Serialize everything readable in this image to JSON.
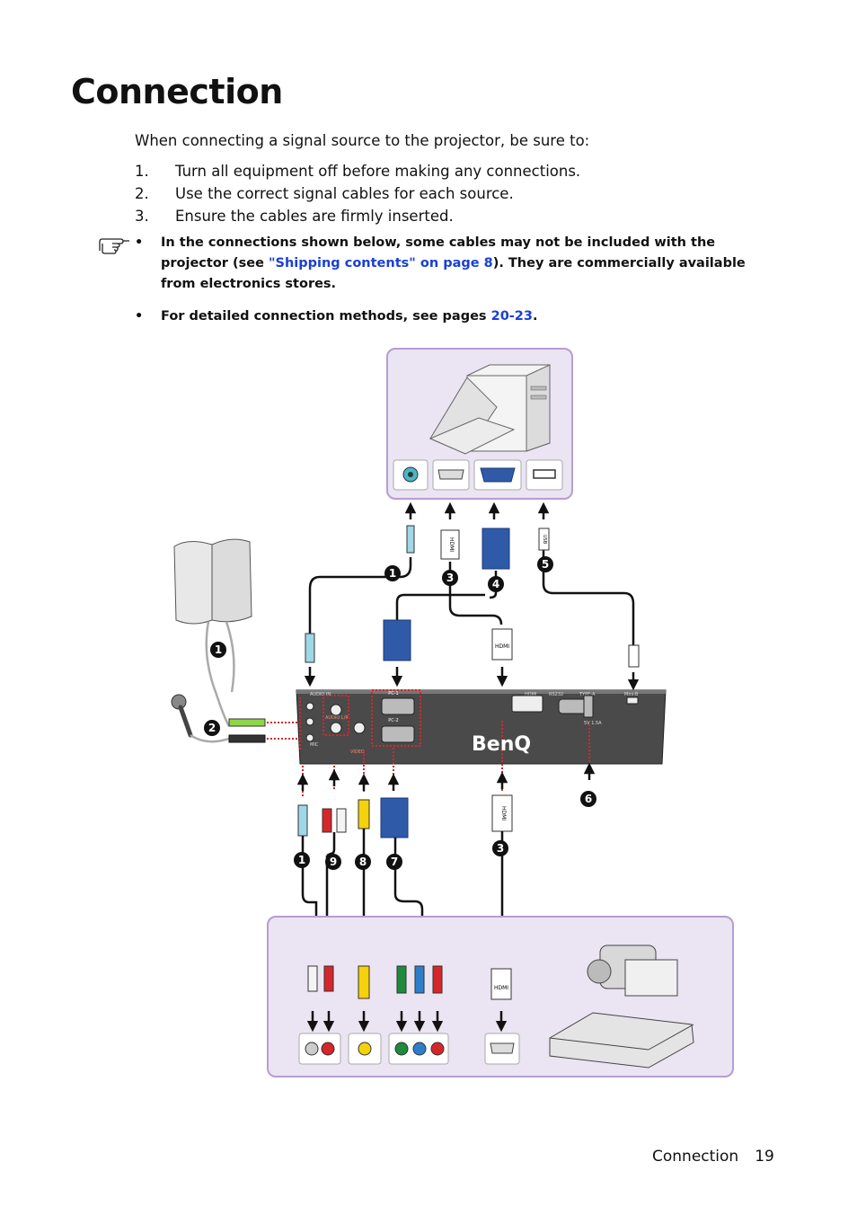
{
  "heading": "Connection",
  "intro": "When connecting a signal source to the projector, be sure to:",
  "steps": [
    {
      "num": "1.",
      "text": "Turn all equipment off before making any connections."
    },
    {
      "num": "2.",
      "text": "Use the correct signal cables for each source."
    },
    {
      "num": "3.",
      "text": "Ensure the cables are firmly inserted."
    }
  ],
  "notes": {
    "bullet": "•",
    "note1_a": "In the connections shown below, some cables may not be included with the projector (see ",
    "note1_link": "\"Shipping contents\" on page 8",
    "note1_b": "). They are commercially available from electronics stores.",
    "note2_a": "For detailed connection methods, see pages ",
    "note2_link": "20-23",
    "note2_b": "."
  },
  "diagram": {
    "callouts": [
      "1",
      "3",
      "4",
      "5",
      "1",
      "2",
      "6",
      "1",
      "9",
      "8",
      "7",
      "3"
    ],
    "cable_labels": {
      "hdmi": "HDMI",
      "usb": "USB"
    },
    "projector_ports": {
      "audio_in": "AUDIO IN",
      "mic": "MIC",
      "audio_lr": "AUDIO L/R",
      "video": "VIDEO",
      "pc1": "PC-1",
      "pc2": "PC-2",
      "hdmi": "HDMI",
      "rs232": "RS232",
      "type_a": "TYPE-A",
      "mini_b": "Mini-B",
      "power_rating": "5V 1.5A"
    },
    "brand": "BenQ"
  },
  "footer": {
    "section": "Connection",
    "page": "19"
  },
  "colors": {
    "panel_fill": "#ebe4f2",
    "panel_border": "#b79dd1",
    "link": "#1a3fd6",
    "dotted": "#d7262a"
  }
}
